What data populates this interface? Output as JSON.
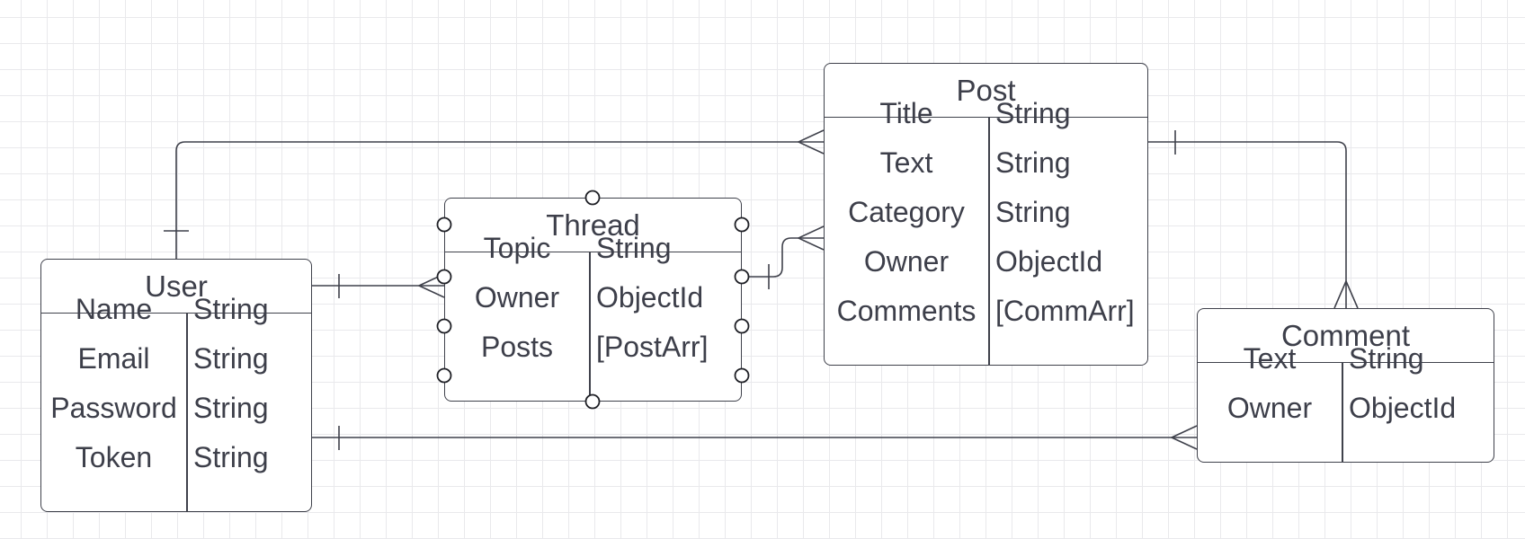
{
  "diagram": {
    "entities": [
      {
        "id": "user",
        "name": "User",
        "fields": [
          {
            "name": "Name",
            "type": "String"
          },
          {
            "name": "Email",
            "type": "String"
          },
          {
            "name": "Password",
            "type": "String"
          },
          {
            "name": "Token",
            "type": "String"
          }
        ]
      },
      {
        "id": "thread",
        "name": "Thread",
        "fields": [
          {
            "name": "Topic",
            "type": "String"
          },
          {
            "name": "Owner",
            "type": "ObjectId"
          },
          {
            "name": "Posts",
            "type": "[PostArr]"
          }
        ]
      },
      {
        "id": "post",
        "name": "Post",
        "fields": [
          {
            "name": "Title",
            "type": "String"
          },
          {
            "name": "Text",
            "type": "String"
          },
          {
            "name": "Category",
            "type": "String"
          },
          {
            "name": "Owner",
            "type": "ObjectId"
          },
          {
            "name": "Comments",
            "type": "[CommArr]"
          }
        ]
      },
      {
        "id": "comment",
        "name": "Comment",
        "fields": [
          {
            "name": "Text",
            "type": "String"
          },
          {
            "name": "Owner",
            "type": "ObjectId"
          }
        ]
      }
    ],
    "relationships": [
      {
        "from": "user",
        "to": "post",
        "from_cardinality": "one",
        "to_cardinality": "many"
      },
      {
        "from": "user",
        "to": "thread",
        "from_cardinality": "one",
        "to_cardinality": "many"
      },
      {
        "from": "thread",
        "to": "post",
        "from_cardinality": "one",
        "to_cardinality": "many"
      },
      {
        "from": "post",
        "to": "comment",
        "from_cardinality": "one",
        "to_cardinality": "many"
      },
      {
        "from": "user",
        "to": "comment",
        "from_cardinality": "one",
        "to_cardinality": "many"
      }
    ]
  }
}
